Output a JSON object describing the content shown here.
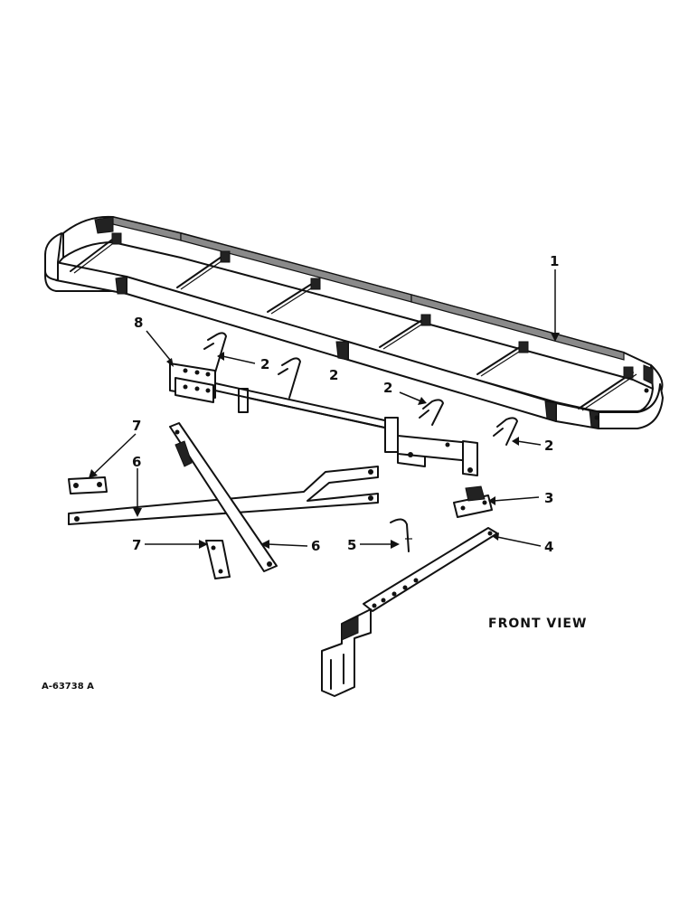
{
  "diagram": {
    "drawing_number": "A-63738 A",
    "view_caption": "FRONT VIEW",
    "callouts": [
      {
        "id": "c1",
        "label": "1"
      },
      {
        "id": "c2a",
        "label": "2"
      },
      {
        "id": "c2b",
        "label": "2"
      },
      {
        "id": "c2c",
        "label": "2"
      },
      {
        "id": "c2d",
        "label": "2"
      },
      {
        "id": "c3",
        "label": "3"
      },
      {
        "id": "c4",
        "label": "4"
      },
      {
        "id": "c5",
        "label": "5"
      },
      {
        "id": "c6a",
        "label": "6"
      },
      {
        "id": "c6b",
        "label": "6"
      },
      {
        "id": "c7a",
        "label": "7"
      },
      {
        "id": "c7b",
        "label": "7"
      },
      {
        "id": "c8",
        "label": "8"
      }
    ]
  }
}
